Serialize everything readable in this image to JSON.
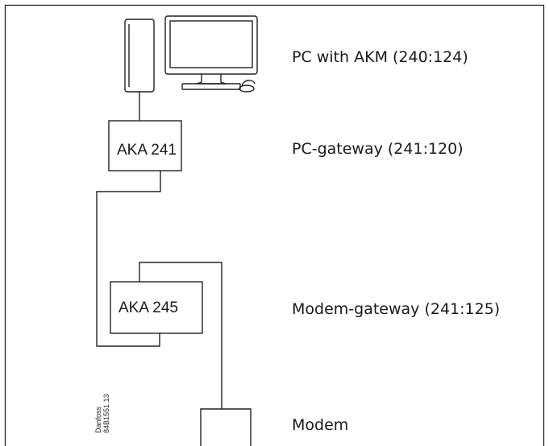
{
  "labels": {
    "pc": "PC with AKM (240:124)",
    "pc_gateway": "PC-gateway (241:120)",
    "modem_gateway": "Modem-gateway (241:125)",
    "modem": "Modem"
  },
  "boxes": {
    "aka241": "AKA 241",
    "aka245": "AKA 245"
  },
  "credit": {
    "line1": "Danfoss",
    "line2": "84B1551.13"
  }
}
